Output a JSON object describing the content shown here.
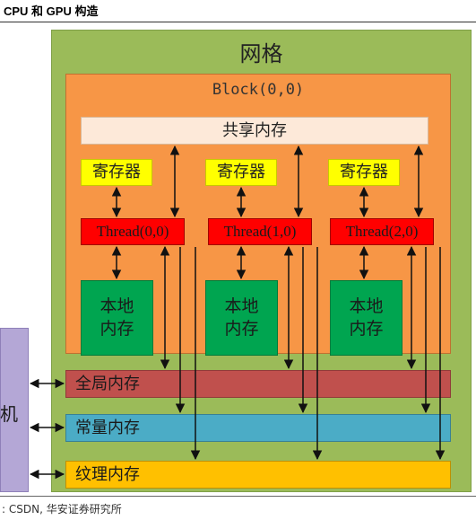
{
  "header": {
    "title": "CPU 和 GPU 构造"
  },
  "grid": {
    "label": "网格"
  },
  "block": {
    "label": "Block(0,0)"
  },
  "shared_memory": {
    "label": "共享内存"
  },
  "threads": [
    {
      "register_label": "寄存器",
      "thread_label": "Thread(0,0)",
      "local_label_line1": "本地",
      "local_label_line2": "内存"
    },
    {
      "register_label": "寄存器",
      "thread_label": "Thread(1,0)",
      "local_label_line1": "本地",
      "local_label_line2": "内存"
    },
    {
      "register_label": "寄存器",
      "thread_label": "Thread(2,0)",
      "local_label_line1": "本地",
      "local_label_line2": "内存"
    }
  ],
  "memories": {
    "global": "全局内存",
    "constant": "常量内存",
    "texture": "纹理内存"
  },
  "host": {
    "label": "机"
  },
  "footer": {
    "source": ": CSDN, 华安证券研究所"
  },
  "colors": {
    "grid": "#9bbb59",
    "block": "#f79646",
    "shared": "#fde9d9",
    "register": "#ffff00",
    "thread": "#ff0000",
    "local": "#00a550",
    "global": "#c0504d",
    "constant": "#4bacc6",
    "texture": "#ffc000",
    "host": "#b4a7d6"
  }
}
